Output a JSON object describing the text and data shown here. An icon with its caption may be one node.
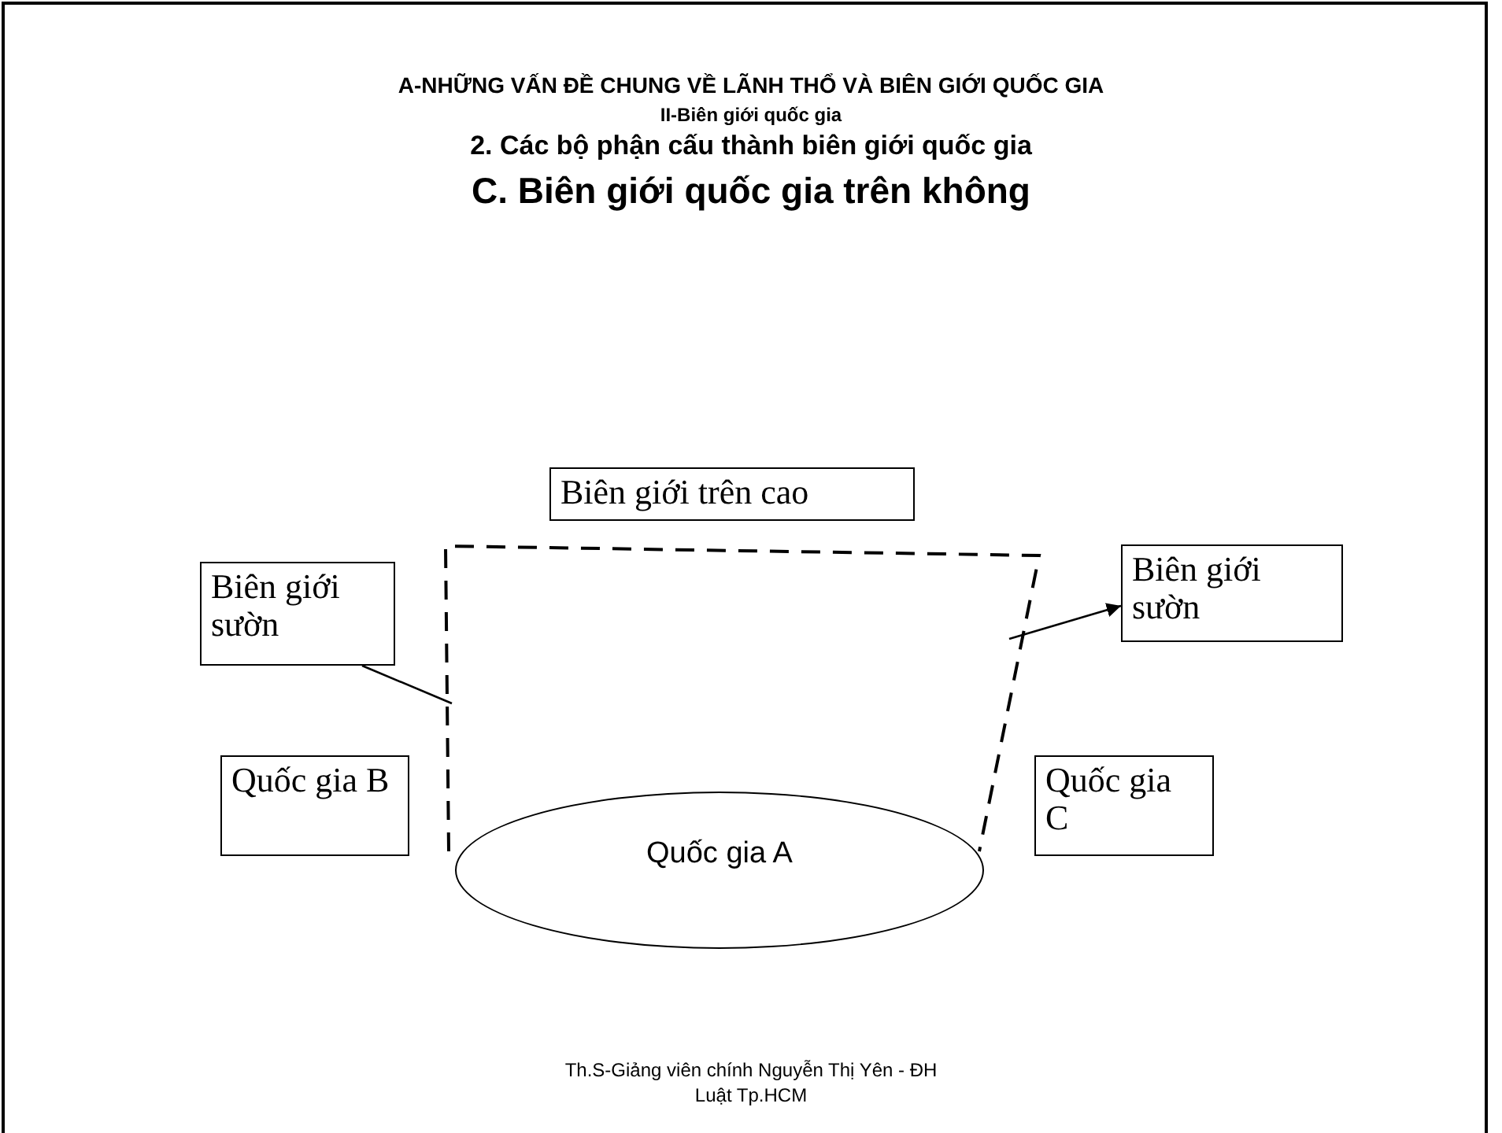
{
  "diagram": {
    "title": "A-NHỮNG VẤN ĐỀ CHUNG VỀ LÃNH THỔ VÀ BIÊN GIỚI QUỐC GIA",
    "caption": "Th.S-Giảng viên chính Nguyễn Thị Yên - ĐH Luật Tp.HCM",
    "nodes": [
      {
        "text": [
          "Biên giới trên cao"
        ]
      },
      {
        "text": [
          "Biên giới sườn"
        ]
      },
      {
        "text": [],
        "shape": "trapezoid"
      },
      {
        "text": [
          "Biên giới sườn"
        ]
      },
      {
        "text": [
          "Quốc gia B"
        ]
      },
      {
        "text": [
          "Quốc gia A"
        ]
      },
      {
        "text": [
          "Quốc gia C"
        ]
      }
    ],
    "edges": [
      {
        "from": 1,
        "to": 2,
        "arrow": "none"
      },
      {
        "from": 2,
        "to": 3,
        "arrow": "to"
      }
    ],
    "labels": [
      "II-Biên giới quốc gia",
      "2. Các bộ phận cấu thành biên giới quốc gia",
      "C. Biên giới quốc gia trên không"
    ]
  }
}
